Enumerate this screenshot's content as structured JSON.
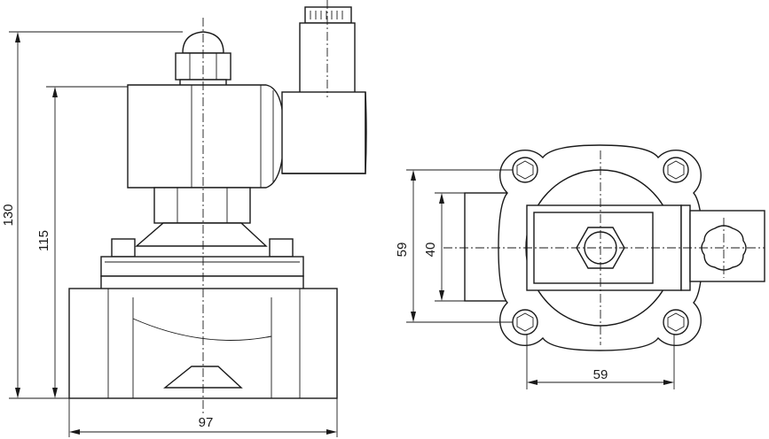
{
  "dimensions": {
    "overall_height": "130",
    "body_height": "115",
    "body_width": "97",
    "flange_height": "59",
    "port_height": "40",
    "bolt_spacing": "59"
  }
}
